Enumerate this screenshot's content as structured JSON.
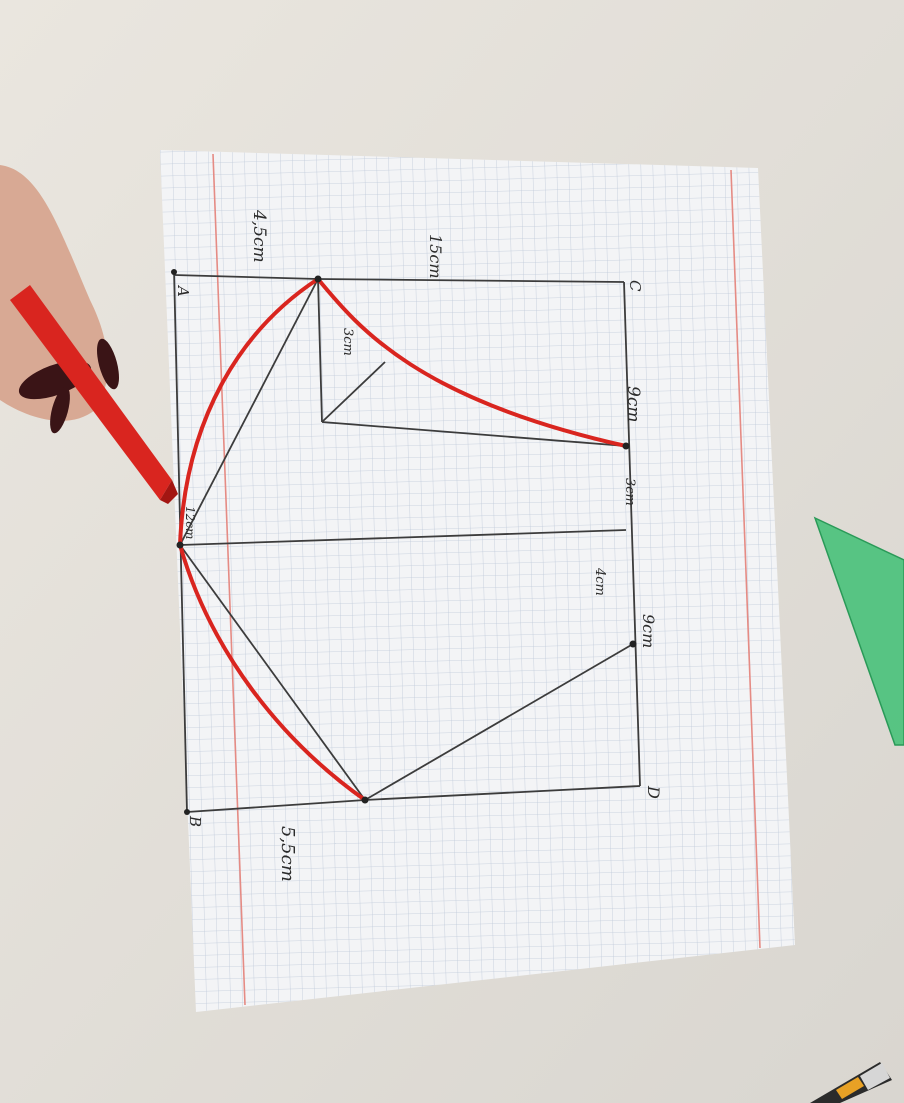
{
  "photo": {
    "background_color": "#e7e3dc",
    "paper_color": "#f3f4f6",
    "grid_color": "#b9c5d6",
    "margin_line_color": "#e58b84",
    "pencil_color": "#3c3c3c",
    "marker_color": "#d9251f",
    "set_square_color": "#3fbf74"
  },
  "labels": {
    "point_a": "A",
    "point_b": "B",
    "point_c": "C",
    "point_d": "D",
    "top_length": "15cm",
    "dim_top_left": "4,5cm",
    "dim_inner": "3cm",
    "dim_right_upper": "9cm",
    "dim_gap_1": "3cm",
    "dim_gap_2": "4cm",
    "dim_right_lower": "9cm",
    "dim_bottom": "5,5cm",
    "dim_center": "12cm"
  }
}
